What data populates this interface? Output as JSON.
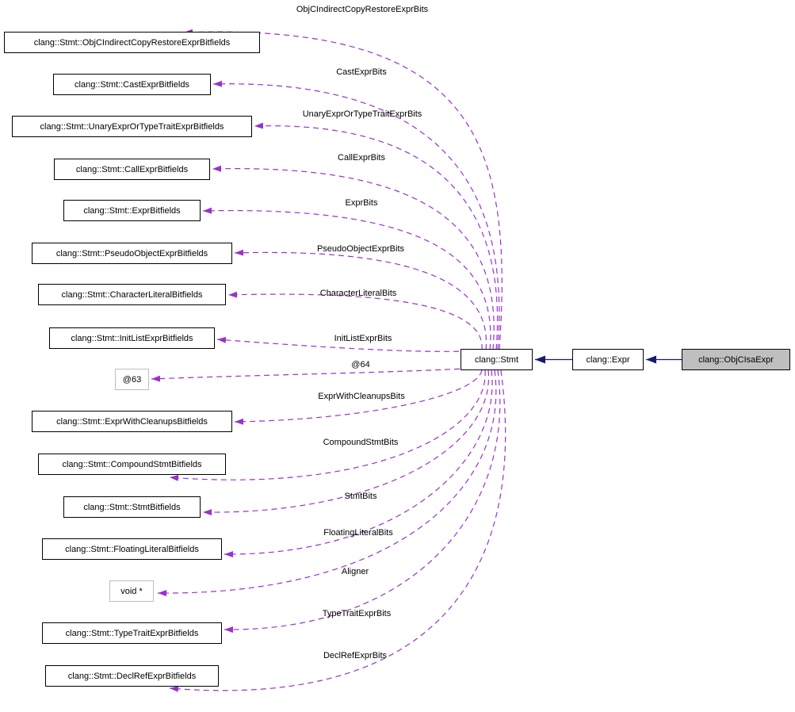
{
  "colors": {
    "dashed_edge": "#9932cc",
    "solid_edge": "#191970",
    "highlight_node_fill": "#bfbfbf",
    "plain_node_border": "#bebebe",
    "class_node_border": "#000000",
    "background": "#ffffff"
  },
  "left_nodes": [
    {
      "label": "clang::Stmt::ObjCIndirectCopyRestoreExprBitfields"
    },
    {
      "label": "clang::Stmt::CastExprBitfields"
    },
    {
      "label": "clang::Stmt::UnaryExprOrTypeTraitExprBitfields"
    },
    {
      "label": "clang::Stmt::CallExprBitfields"
    },
    {
      "label": "clang::Stmt::ExprBitfields"
    },
    {
      "label": "clang::Stmt::PseudoObjectExprBitfields"
    },
    {
      "label": "clang::Stmt::CharacterLiteralBitfields"
    },
    {
      "label": "clang::Stmt::InitListExprBitfields"
    },
    {
      "label": "@63"
    },
    {
      "label": "clang::Stmt::ExprWithCleanupsBitfields"
    },
    {
      "label": "clang::Stmt::CompoundStmtBitfields"
    },
    {
      "label": "clang::Stmt::StmtBitfields"
    },
    {
      "label": "clang::Stmt::FloatingLiteralBitfields"
    },
    {
      "label": "void *"
    },
    {
      "label": "clang::Stmt::TypeTraitExprBitfields"
    },
    {
      "label": "clang::Stmt::DeclRefExprBitfields"
    }
  ],
  "chain_nodes": {
    "stmt": {
      "label": "clang::Stmt"
    },
    "expr": {
      "label": "clang::Expr"
    },
    "main": {
      "label": "clang::ObjCIsaExpr"
    }
  },
  "edge_labels": [
    {
      "label": "ObjCIndirectCopyRestoreExprBits"
    },
    {
      "label": "CastExprBits"
    },
    {
      "label": "UnaryExprOrTypeTraitExprBits"
    },
    {
      "label": "CallExprBits"
    },
    {
      "label": "ExprBits"
    },
    {
      "label": "PseudoObjectExprBits"
    },
    {
      "label": "CharacterLiteralBits"
    },
    {
      "label": "InitListExprBits"
    },
    {
      "label": "@64"
    },
    {
      "label": "ExprWithCleanupsBits"
    },
    {
      "label": "CompoundStmtBits"
    },
    {
      "label": "StmtBits"
    },
    {
      "label": "FloatingLiteralBits"
    },
    {
      "label": "Aligner"
    },
    {
      "label": "TypeTraitExprBits"
    },
    {
      "label": "DeclRefExprBits"
    }
  ]
}
